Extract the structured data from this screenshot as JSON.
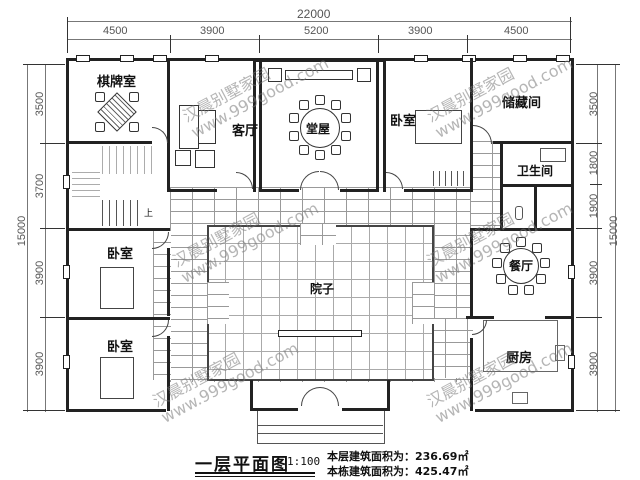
{
  "plan": {
    "title": "一层平面图",
    "scale": "1:100",
    "floor_area_label": "本层建筑面积为：",
    "floor_area_value": "236.69㎡",
    "building_area_label": "本栋建筑面积为：",
    "building_area_value": "425.47㎡"
  },
  "dimensions": {
    "top_total": "22000",
    "top_segments": [
      "4500",
      "3900",
      "5200",
      "3900",
      "4500"
    ],
    "left_total": "15000",
    "left_segments": [
      "3500",
      "3700",
      "3900",
      "3900"
    ],
    "right_total": "15000",
    "right_segments": [
      "3500",
      "1800",
      "1900",
      "3900",
      "3900"
    ]
  },
  "rooms": {
    "chess_room": "棋牌室",
    "living_room": "客厅",
    "main_hall": "堂屋",
    "bedroom_top": "卧室",
    "storage": "储藏间",
    "bathroom": "卫生间",
    "bedroom_left_1": "卧室",
    "bedroom_left_2": "卧室",
    "courtyard": "院子",
    "dining": "餐厅",
    "kitchen": "厨房"
  },
  "stair_mark": "上",
  "watermark": {
    "brand": "汉晨别墅家园",
    "url": "www.999good.com"
  },
  "colors": {
    "wall": "#222222",
    "dimension": "#777777",
    "watermark": "#888888"
  }
}
